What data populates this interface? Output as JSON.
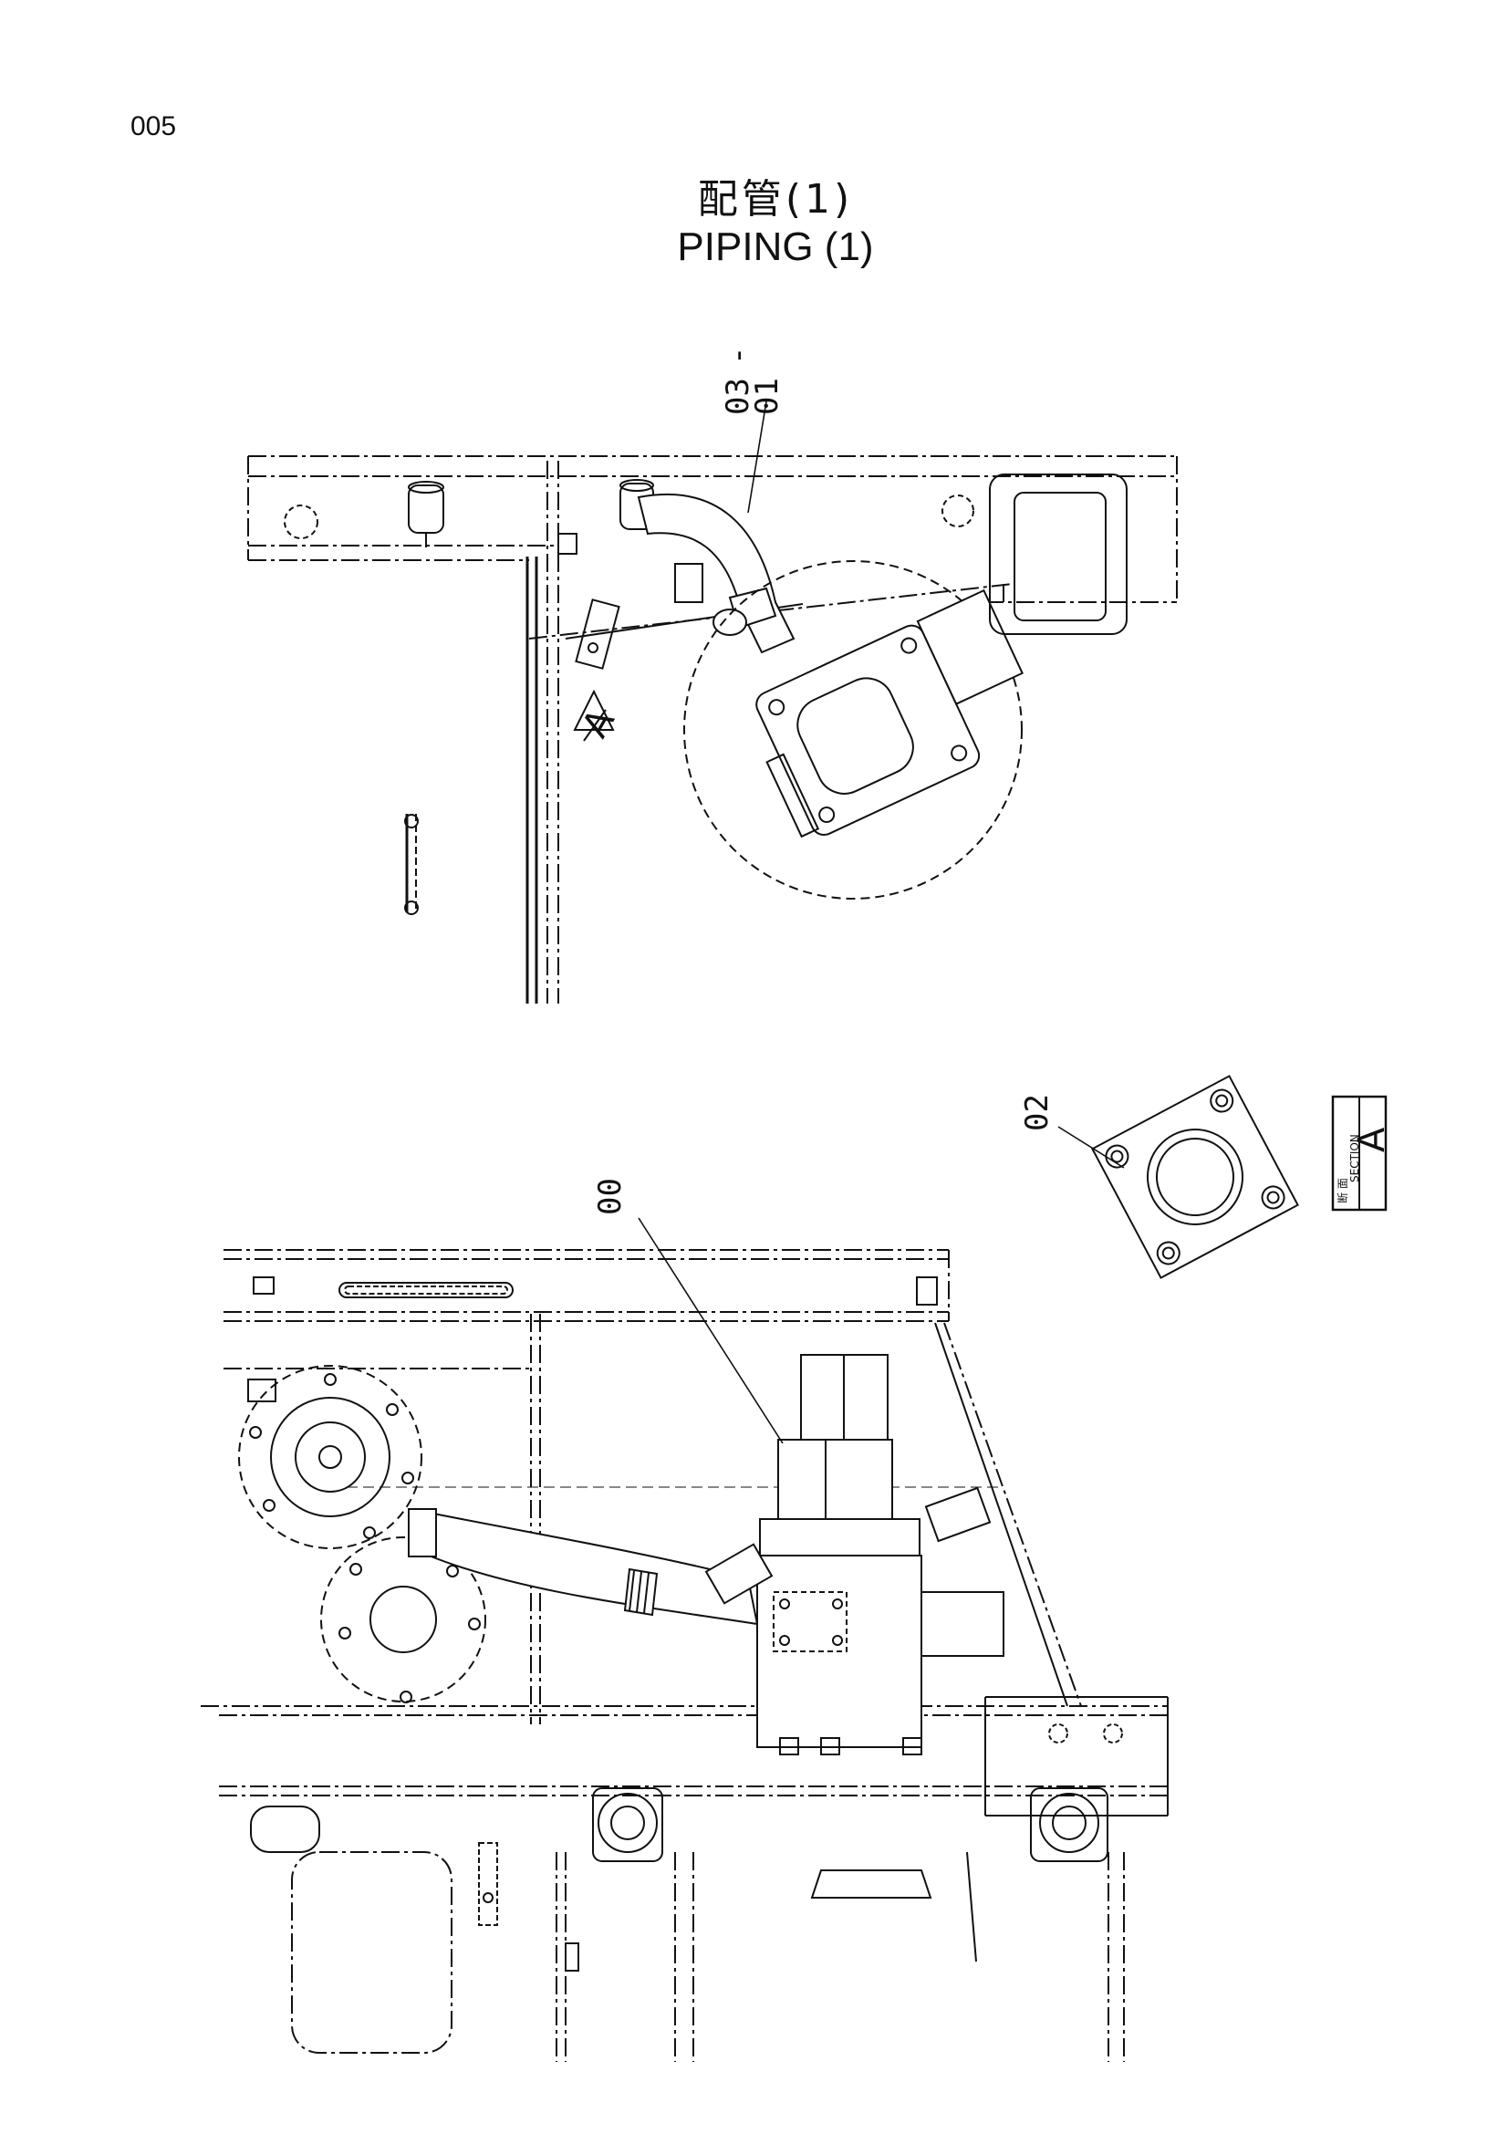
{
  "page": {
    "number": "005",
    "title_jp": "配管(1)",
    "title_en": "PIPING (1)"
  },
  "callouts": {
    "top_label_a": "03",
    "top_label_sep": "-",
    "top_label_b": "01",
    "bottom_label": "00",
    "detail_label": "02"
  },
  "section_marker": {
    "letter": "A",
    "view_letter": "A",
    "text_jp": "断 面",
    "text_en": "SECTION"
  }
}
